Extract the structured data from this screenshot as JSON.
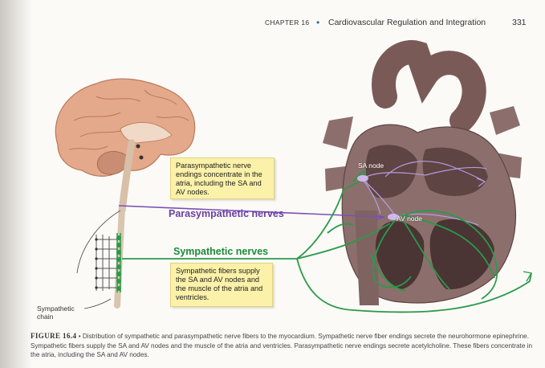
{
  "header": {
    "chapter": "CHAPTER 16",
    "bullet": "•",
    "title": "Cardiovascular Regulation and Integration",
    "page_number": "331"
  },
  "figure": {
    "callout_parasympathetic": "Parasympathetic nerve endings concentrate in the atria, including the SA and AV nodes.",
    "callout_sympathetic": "Sympathetic fibers supply the SA and AV nodes and the muscle of the atria and ventricles.",
    "label_parasympathetic": "Parasympathetic nerves",
    "label_sympathetic": "Sympathetic nerves",
    "label_sa_node": "SA node",
    "label_av_node": "AV node",
    "label_sympathetic_chain": "Sympathetic chain",
    "colors": {
      "parasympathetic": "#7b4fb5",
      "sympathetic": "#2a9a4a",
      "callout_fill": "#fbf1a8",
      "heart": "#8c6f6c"
    }
  },
  "caption": {
    "figure_number": "FIGURE 16.4",
    "bullet": "•",
    "text": "Distribution of sympathetic and parasympathetic nerve fibers to the myocardium. Sympathetic nerve fiber endings secrete the neurohormone epinephrine. Sympathetic fibers supply the SA and AV nodes and the muscle of the atria and ventricles. Parasympathetic nerve endings secrete acetylcholine. These fibers concentrate in the atria, including the SA and AV nodes."
  }
}
